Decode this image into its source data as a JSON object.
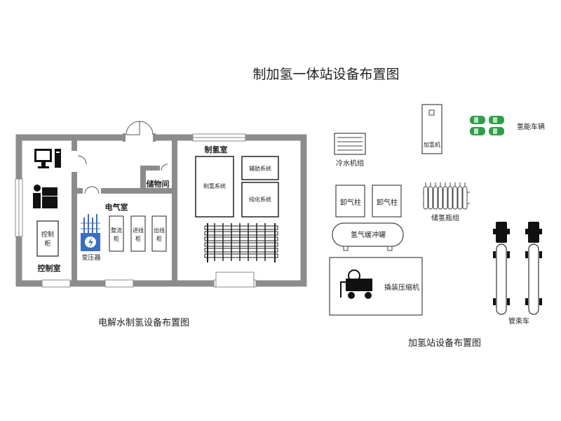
{
  "title": "制加氢一体站设备布置图",
  "electrolysis": {
    "caption": "电解水制氢设备布置图",
    "control_room": "控制室",
    "control_cabinet_l1": "控制",
    "control_cabinet_l2": "柜",
    "storage_room": "储物间",
    "electric_room": "电气室",
    "transformer": "变压器",
    "rectifier_l1": "整流",
    "rectifier_l2": "柜",
    "incoming_l1": "进线",
    "incoming_l2": "柜",
    "outgoing_l1": "出线",
    "outgoing_l2": "柜",
    "hydrogen_room": "制氢室",
    "hydrogen_system": "制氢系统",
    "auxiliary_system": "辅助系统",
    "purification_system": "纯化系统"
  },
  "station": {
    "caption": "加氢站设备布置图",
    "chiller": "冷水机组",
    "dispenser": "加氢机",
    "vehicles": "氢能车辆",
    "unloading_post_1": "卸气柱",
    "unloading_post_2": "卸气柱",
    "cylinder_group": "储氢瓶组",
    "buffer_tank": "氢气缓冲罐",
    "compressor": "撬装压缩机",
    "tube_trailer": "管束车"
  }
}
